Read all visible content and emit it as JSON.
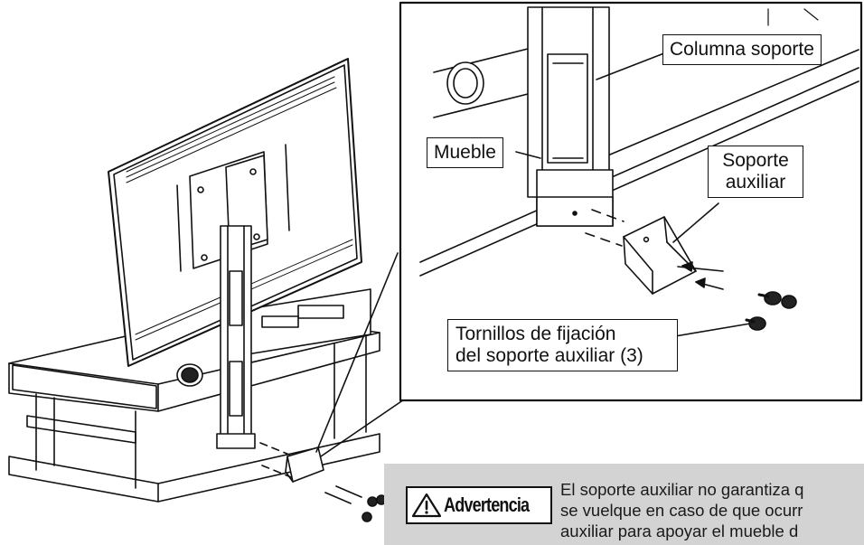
{
  "labels": {
    "support_column": "Columna soporte",
    "furniture": "Mueble",
    "aux_support_line1": "Soporte",
    "aux_support_line2": "auxiliar",
    "screws_line1": "Tornillos de fijación",
    "screws_line2": "del soporte auxiliar (3)"
  },
  "warning": {
    "badge_label": "Advertencia",
    "icon": "warning-triangle-icon",
    "lines": [
      "El soporte auxiliar no garantiza q",
      "se vuelque en caso de que ocurr",
      "auxiliar para apoyar el mueble d"
    ]
  },
  "colors": {
    "ink": "#111111",
    "warning_background": "#d3d3d3",
    "panel_border": "#111111"
  }
}
